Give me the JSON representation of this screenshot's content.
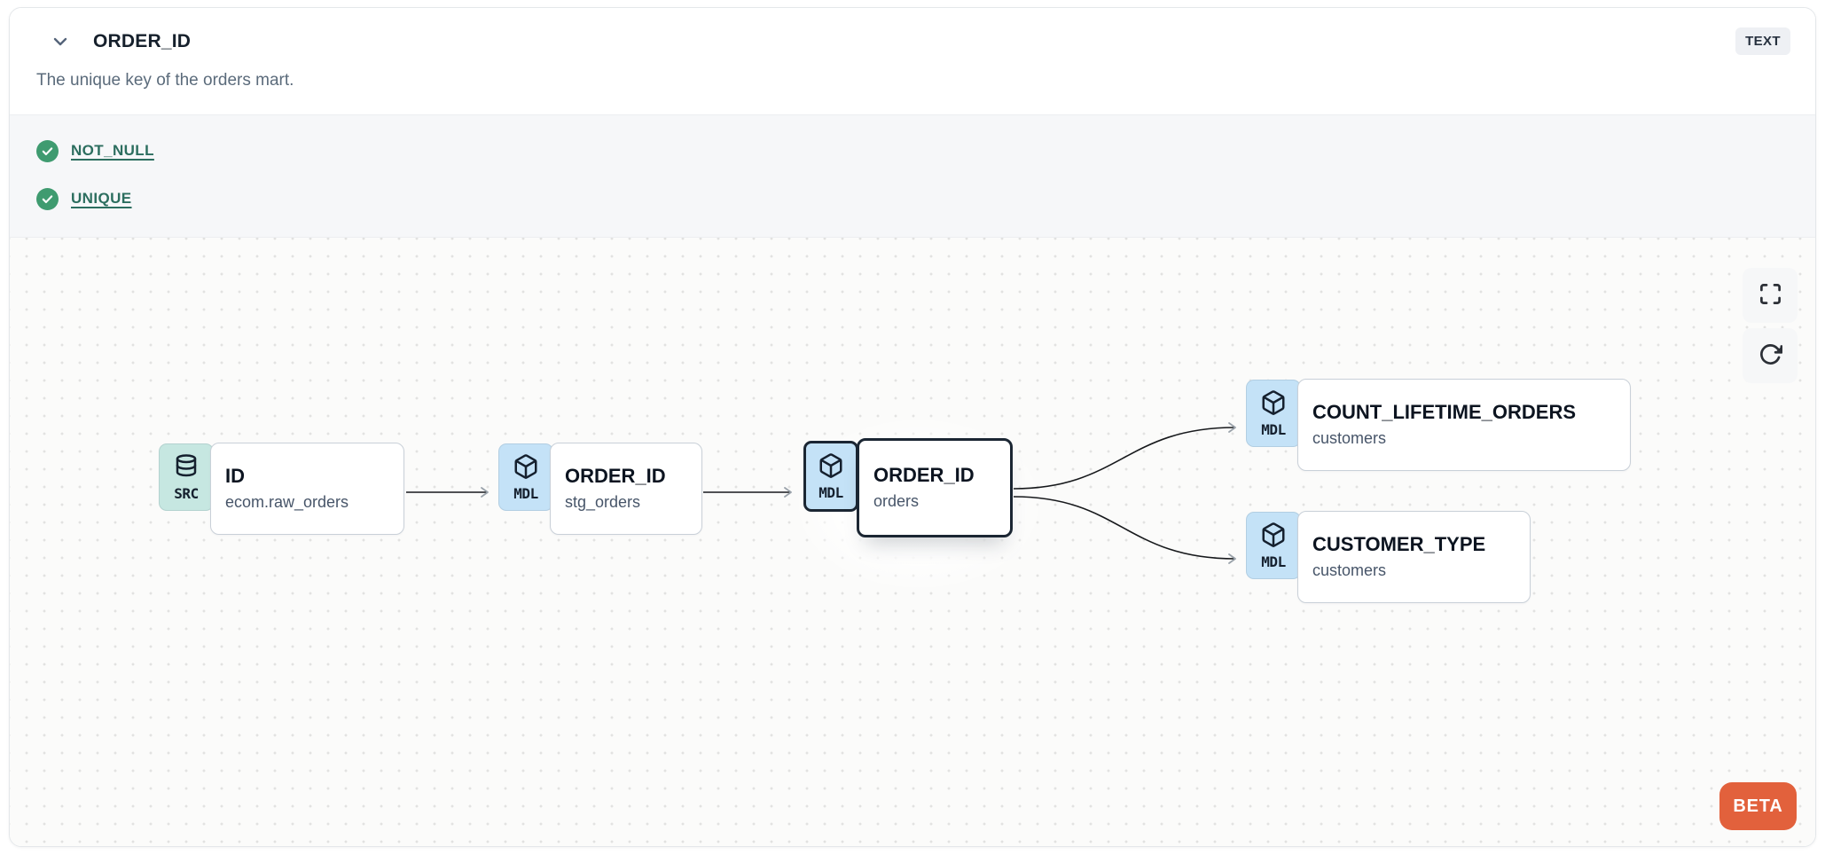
{
  "header": {
    "title": "ORDER_ID",
    "type_badge": "TEXT",
    "description": "The unique key of the orders mart."
  },
  "tests": [
    {
      "label": "NOT_NULL",
      "status": "pass"
    },
    {
      "label": "UNIQUE",
      "status": "pass"
    }
  ],
  "lineage": {
    "nodes": [
      {
        "id": "id_ecom_raw_orders",
        "badge": "SRC",
        "icon": "database-icon",
        "title": "ID",
        "subtitle": "ecom.raw_orders",
        "selected": false
      },
      {
        "id": "order_id_stg_orders",
        "badge": "MDL",
        "icon": "box-icon",
        "title": "ORDER_ID",
        "subtitle": "stg_orders",
        "selected": false
      },
      {
        "id": "order_id_orders",
        "badge": "MDL",
        "icon": "box-icon",
        "title": "ORDER_ID",
        "subtitle": "orders",
        "selected": true
      },
      {
        "id": "count_lifetime_orders_customers",
        "badge": "MDL",
        "icon": "box-icon",
        "title": "COUNT_LIFETIME_ORDERS",
        "subtitle": "customers",
        "selected": false
      },
      {
        "id": "customer_type_customers",
        "badge": "MDL",
        "icon": "box-icon",
        "title": "CUSTOMER_TYPE",
        "subtitle": "customers",
        "selected": false
      }
    ],
    "edges": [
      {
        "from": "id_ecom_raw_orders",
        "to": "order_id_stg_orders"
      },
      {
        "from": "order_id_stg_orders",
        "to": "order_id_orders"
      },
      {
        "from": "order_id_orders",
        "to": "count_lifetime_orders_customers"
      },
      {
        "from": "order_id_orders",
        "to": "customer_type_customers"
      }
    ],
    "controls": [
      {
        "icon": "fullscreen-icon"
      },
      {
        "icon": "refresh-icon"
      }
    ],
    "beta_label": "BETA"
  },
  "colors": {
    "accent_orange": "#E2613C",
    "check_green": "#3F9B70",
    "link_teal": "#2C6E5F",
    "badge_src_bg": "#C6E7E1",
    "badge_mdl_bg": "#C4E2F7",
    "selected_border": "#1B2633",
    "tests_bg": "#F6F7F9",
    "canvas_bg": "#FBFBFA"
  }
}
